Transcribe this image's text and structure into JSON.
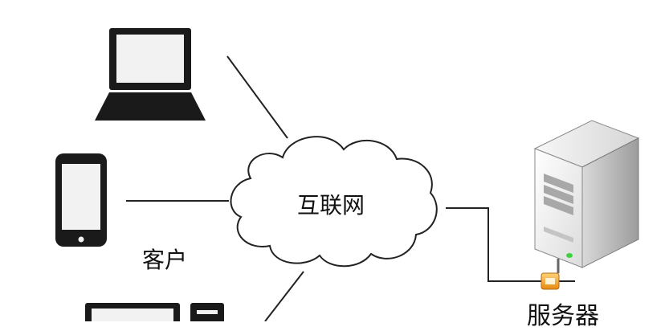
{
  "diagram": {
    "cloud_label": "互联网",
    "client_label": "客户",
    "server_label": "服务器"
  },
  "colors": {
    "line": "#222222",
    "device_body": "#1a1a1a",
    "screen": "#f2f2f2",
    "server_front": "#f4f4f4",
    "server_side": "#c8c8c8",
    "server_led": "#3fd23f",
    "connector": "#f2a02a"
  },
  "icons": {
    "laptop": "laptop-icon",
    "phone": "smartphone-icon",
    "desktop": "desktop-computer-icon",
    "cloud": "cloud-icon",
    "server": "server-icon",
    "connector": "network-connector-icon"
  }
}
